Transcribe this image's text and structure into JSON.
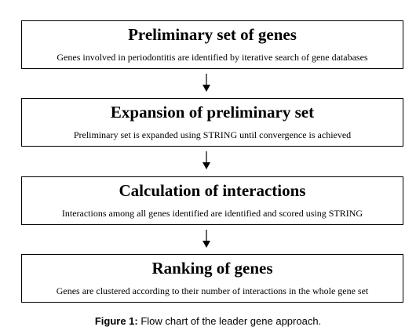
{
  "steps": [
    {
      "title": "Preliminary set of genes",
      "description": "Genes involved in periodontitis are identified by iterative search of gene databases"
    },
    {
      "title": "Expansion of preliminary set",
      "description": "Preliminary set is expanded using STRING until convergence is achieved"
    },
    {
      "title": "Calculation of interactions",
      "description": "Interactions among all genes identified are identified and scored using STRING"
    },
    {
      "title": "Ranking of genes",
      "description": "Genes are clustered according to their number of interactions in the whole gene set"
    }
  ],
  "caption": {
    "label": "Figure 1:",
    "text": " Flow chart of the leader gene approach."
  }
}
